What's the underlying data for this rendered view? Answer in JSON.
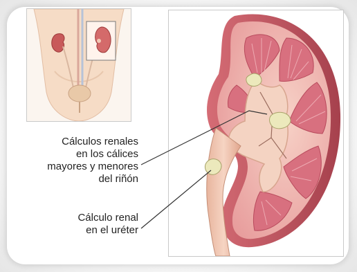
{
  "labels": {
    "calices": {
      "line1": "Cálculos renales",
      "line2": "en los cálices",
      "line3": "mayores y menores",
      "line4": "del riñón"
    },
    "ureter": {
      "line1": "Cálculo renal",
      "line2": "en el uréter"
    }
  },
  "colors": {
    "kidney_tissue": "#e8a3a3",
    "kidney_cortex": "#f3c6bd",
    "pyramids": "#d86a78",
    "capsule": "#b84a55",
    "pelvis": "#f1c8b4",
    "stone": "#e9e6b8",
    "leader_line": "#333333"
  },
  "icons": {
    "inset": "body-torso-icon",
    "main": "kidney-cross-section-icon"
  }
}
